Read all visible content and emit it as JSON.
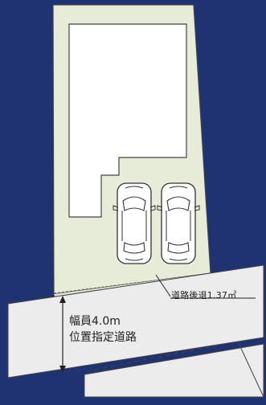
{
  "site_plan": {
    "colors": {
      "background": "#1f3272",
      "lot_fill": "#e6ecd7",
      "road_fill": "#ececec",
      "outline": "#444444",
      "building_fill": "#ffffff"
    },
    "road": {
      "width_label": "幅員4.0m",
      "type_label": "位置指定道路"
    },
    "setback": {
      "label": "道路後退1.37㎡"
    },
    "parking": {
      "cars": [
        {
          "name": "car-left"
        },
        {
          "name": "car-right"
        }
      ]
    }
  }
}
